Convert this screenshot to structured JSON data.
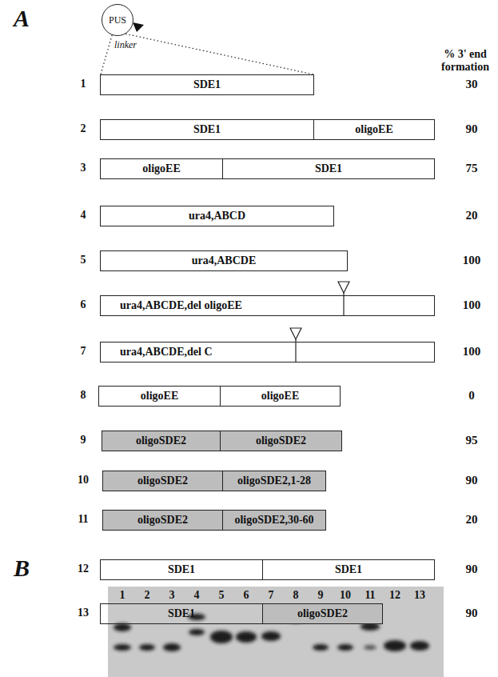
{
  "diagram": {
    "nodes": [
      {
        "text": [
          "PUS"
        ]
      },
      {
        "text": [
          "SDE1"
        ]
      },
      {
        "text": [
          "SDE1"
        ]
      },
      {
        "text": [
          "oligoEE"
        ]
      },
      {
        "text": [
          "oligoEE"
        ]
      },
      {
        "text": [
          "SDE1"
        ]
      },
      {
        "text": [
          "ura4,ABCD"
        ]
      },
      {
        "text": [
          "ura4,ABCDE"
        ]
      },
      {
        "text": [
          "ura4,ABCDE,del oligoEE"
        ]
      },
      {
        "text": [
          "ura4,ABCDE,del C"
        ]
      },
      {
        "text": [
          "oligoEE"
        ]
      },
      {
        "text": [
          "oligoEE"
        ]
      },
      {
        "text": [
          "oligoSDE2"
        ]
      },
      {
        "text": [
          "oligoSDE2"
        ]
      },
      {
        "text": [
          "oligoSDE2"
        ]
      },
      {
        "text": [
          "oligoSDE2,1-28"
        ]
      },
      {
        "text": [
          "oligoSDE2"
        ]
      },
      {
        "text": [
          "oligoSDE2,30-60"
        ]
      },
      {
        "text": [
          "SDE1"
        ]
      },
      {
        "text": [
          "SDE1"
        ]
      },
      {
        "text": [
          "SDE1"
        ]
      },
      {
        "text": [
          "oligoSDE2"
        ]
      }
    ],
    "edges": [
      {
        "from": 0,
        "to": 1,
        "arrow": "none"
      }
    ],
    "labels": [
      "A",
      "linker",
      "% 3' end formation",
      "1",
      "30",
      "2",
      "90",
      "3",
      "75",
      "4",
      "20",
      "5",
      "100",
      "6",
      "100",
      "7",
      "100",
      "8",
      "0",
      "9",
      "95",
      "10",
      "90",
      "11",
      "20",
      "12",
      "90",
      "13",
      "90",
      "B",
      "1",
      "2",
      "3",
      "4",
      "5",
      "6",
      "7",
      "8",
      "9",
      "10",
      "11",
      "12",
      "13"
    ]
  }
}
